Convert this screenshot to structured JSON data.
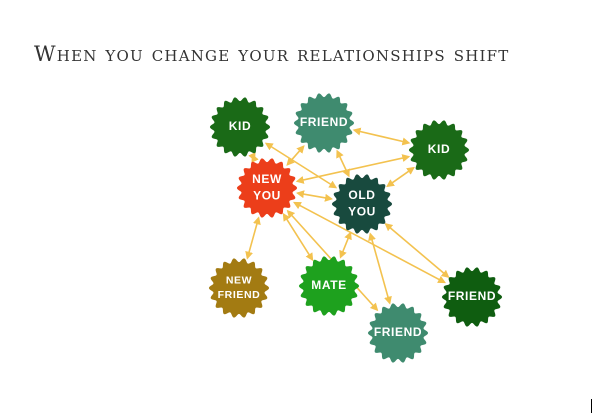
{
  "title": "When you change your relationships shift",
  "colors": {
    "arrow": "#f3c24f",
    "kid_dark_green": "#1a6a17",
    "friend_teal": "#3f8b6f",
    "new_you_red": "#ec3e1a",
    "old_you_dark_teal": "#184a3e",
    "new_friend_olive": "#a37b12",
    "mate_green": "#1ea11e",
    "friend_dark_green": "#0f5d10"
  },
  "nodes": [
    {
      "id": "kid_top_left",
      "label_lines": [
        "KID"
      ],
      "color": "#1a6a17"
    },
    {
      "id": "friend_top",
      "label_lines": [
        "FRIEND"
      ],
      "color": "#3f8b6f"
    },
    {
      "id": "kid_right",
      "label_lines": [
        "KID"
      ],
      "color": "#1a6a17"
    },
    {
      "id": "new_you",
      "label_lines": [
        "NEW",
        "YOU"
      ],
      "color": "#ec3e1a"
    },
    {
      "id": "old_you",
      "label_lines": [
        "OLD",
        "YOU"
      ],
      "color": "#184a3e"
    },
    {
      "id": "new_friend",
      "label_lines": [
        "NEW",
        "FRIEND"
      ],
      "color": "#a37b12"
    },
    {
      "id": "mate",
      "label_lines": [
        "MATE"
      ],
      "color": "#1ea11e"
    },
    {
      "id": "friend_right",
      "label_lines": [
        "FRIEND"
      ],
      "color": "#0f5d10"
    },
    {
      "id": "friend_bottom",
      "label_lines": [
        "FRIEND"
      ],
      "color": "#3f8b6f"
    }
  ],
  "edges": [
    {
      "from": "new_you",
      "to": "kid_top_left"
    },
    {
      "from": "new_you",
      "to": "friend_top"
    },
    {
      "from": "new_you",
      "to": "old_you"
    },
    {
      "from": "new_you",
      "to": "new_friend"
    },
    {
      "from": "new_you",
      "to": "mate"
    },
    {
      "from": "new_you",
      "to": "friend_bottom"
    },
    {
      "from": "new_you",
      "to": "friend_right"
    },
    {
      "from": "old_you",
      "to": "kid_right"
    },
    {
      "from": "old_you",
      "to": "friend_top"
    },
    {
      "from": "old_you",
      "to": "mate"
    },
    {
      "from": "old_you",
      "to": "friend_bottom"
    },
    {
      "from": "old_you",
      "to": "friend_right"
    },
    {
      "from": "kid_top_left",
      "to": "old_you"
    },
    {
      "from": "friend_top",
      "to": "kid_right"
    },
    {
      "from": "new_you",
      "to": "kid_right"
    }
  ]
}
